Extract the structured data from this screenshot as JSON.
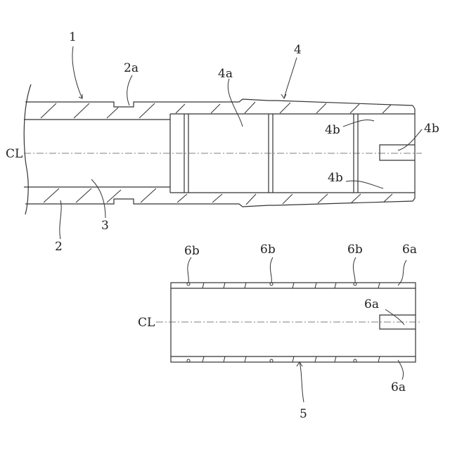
{
  "labels": {
    "l1": "1",
    "l2a": "2a",
    "l4": "4",
    "l4a": "4a",
    "l4b_upper": "4b",
    "l4b_slot": "4b",
    "l4b_lower": "4b",
    "cl_upper": "CL",
    "l3": "3",
    "l2": "2",
    "l6b_1": "6b",
    "l6b_2": "6b",
    "l6b_3": "6b",
    "l6a_top": "6a",
    "l6a_slot": "6a",
    "cl_lower": "CL",
    "l6a_bottom": "6a",
    "l5": "5"
  }
}
